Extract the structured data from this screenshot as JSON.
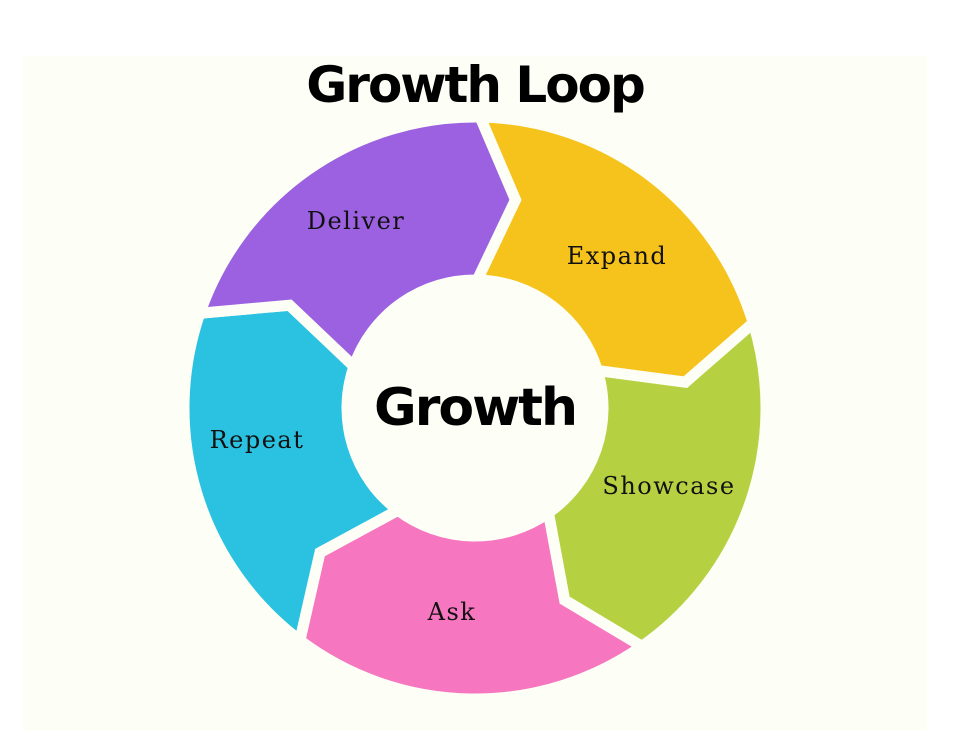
{
  "title": "Growth Loop",
  "center_label": "Growth",
  "segments": [
    {
      "label": "Expand",
      "color": "#f6c21c"
    },
    {
      "label": "Showcase",
      "color": "#b5d142"
    },
    {
      "label": "Ask",
      "color": "#f676c0"
    },
    {
      "label": "Repeat",
      "color": "#2ac2e0"
    },
    {
      "label": "Deliver",
      "color": "#9b61e0"
    }
  ],
  "background": "#fdfef6"
}
